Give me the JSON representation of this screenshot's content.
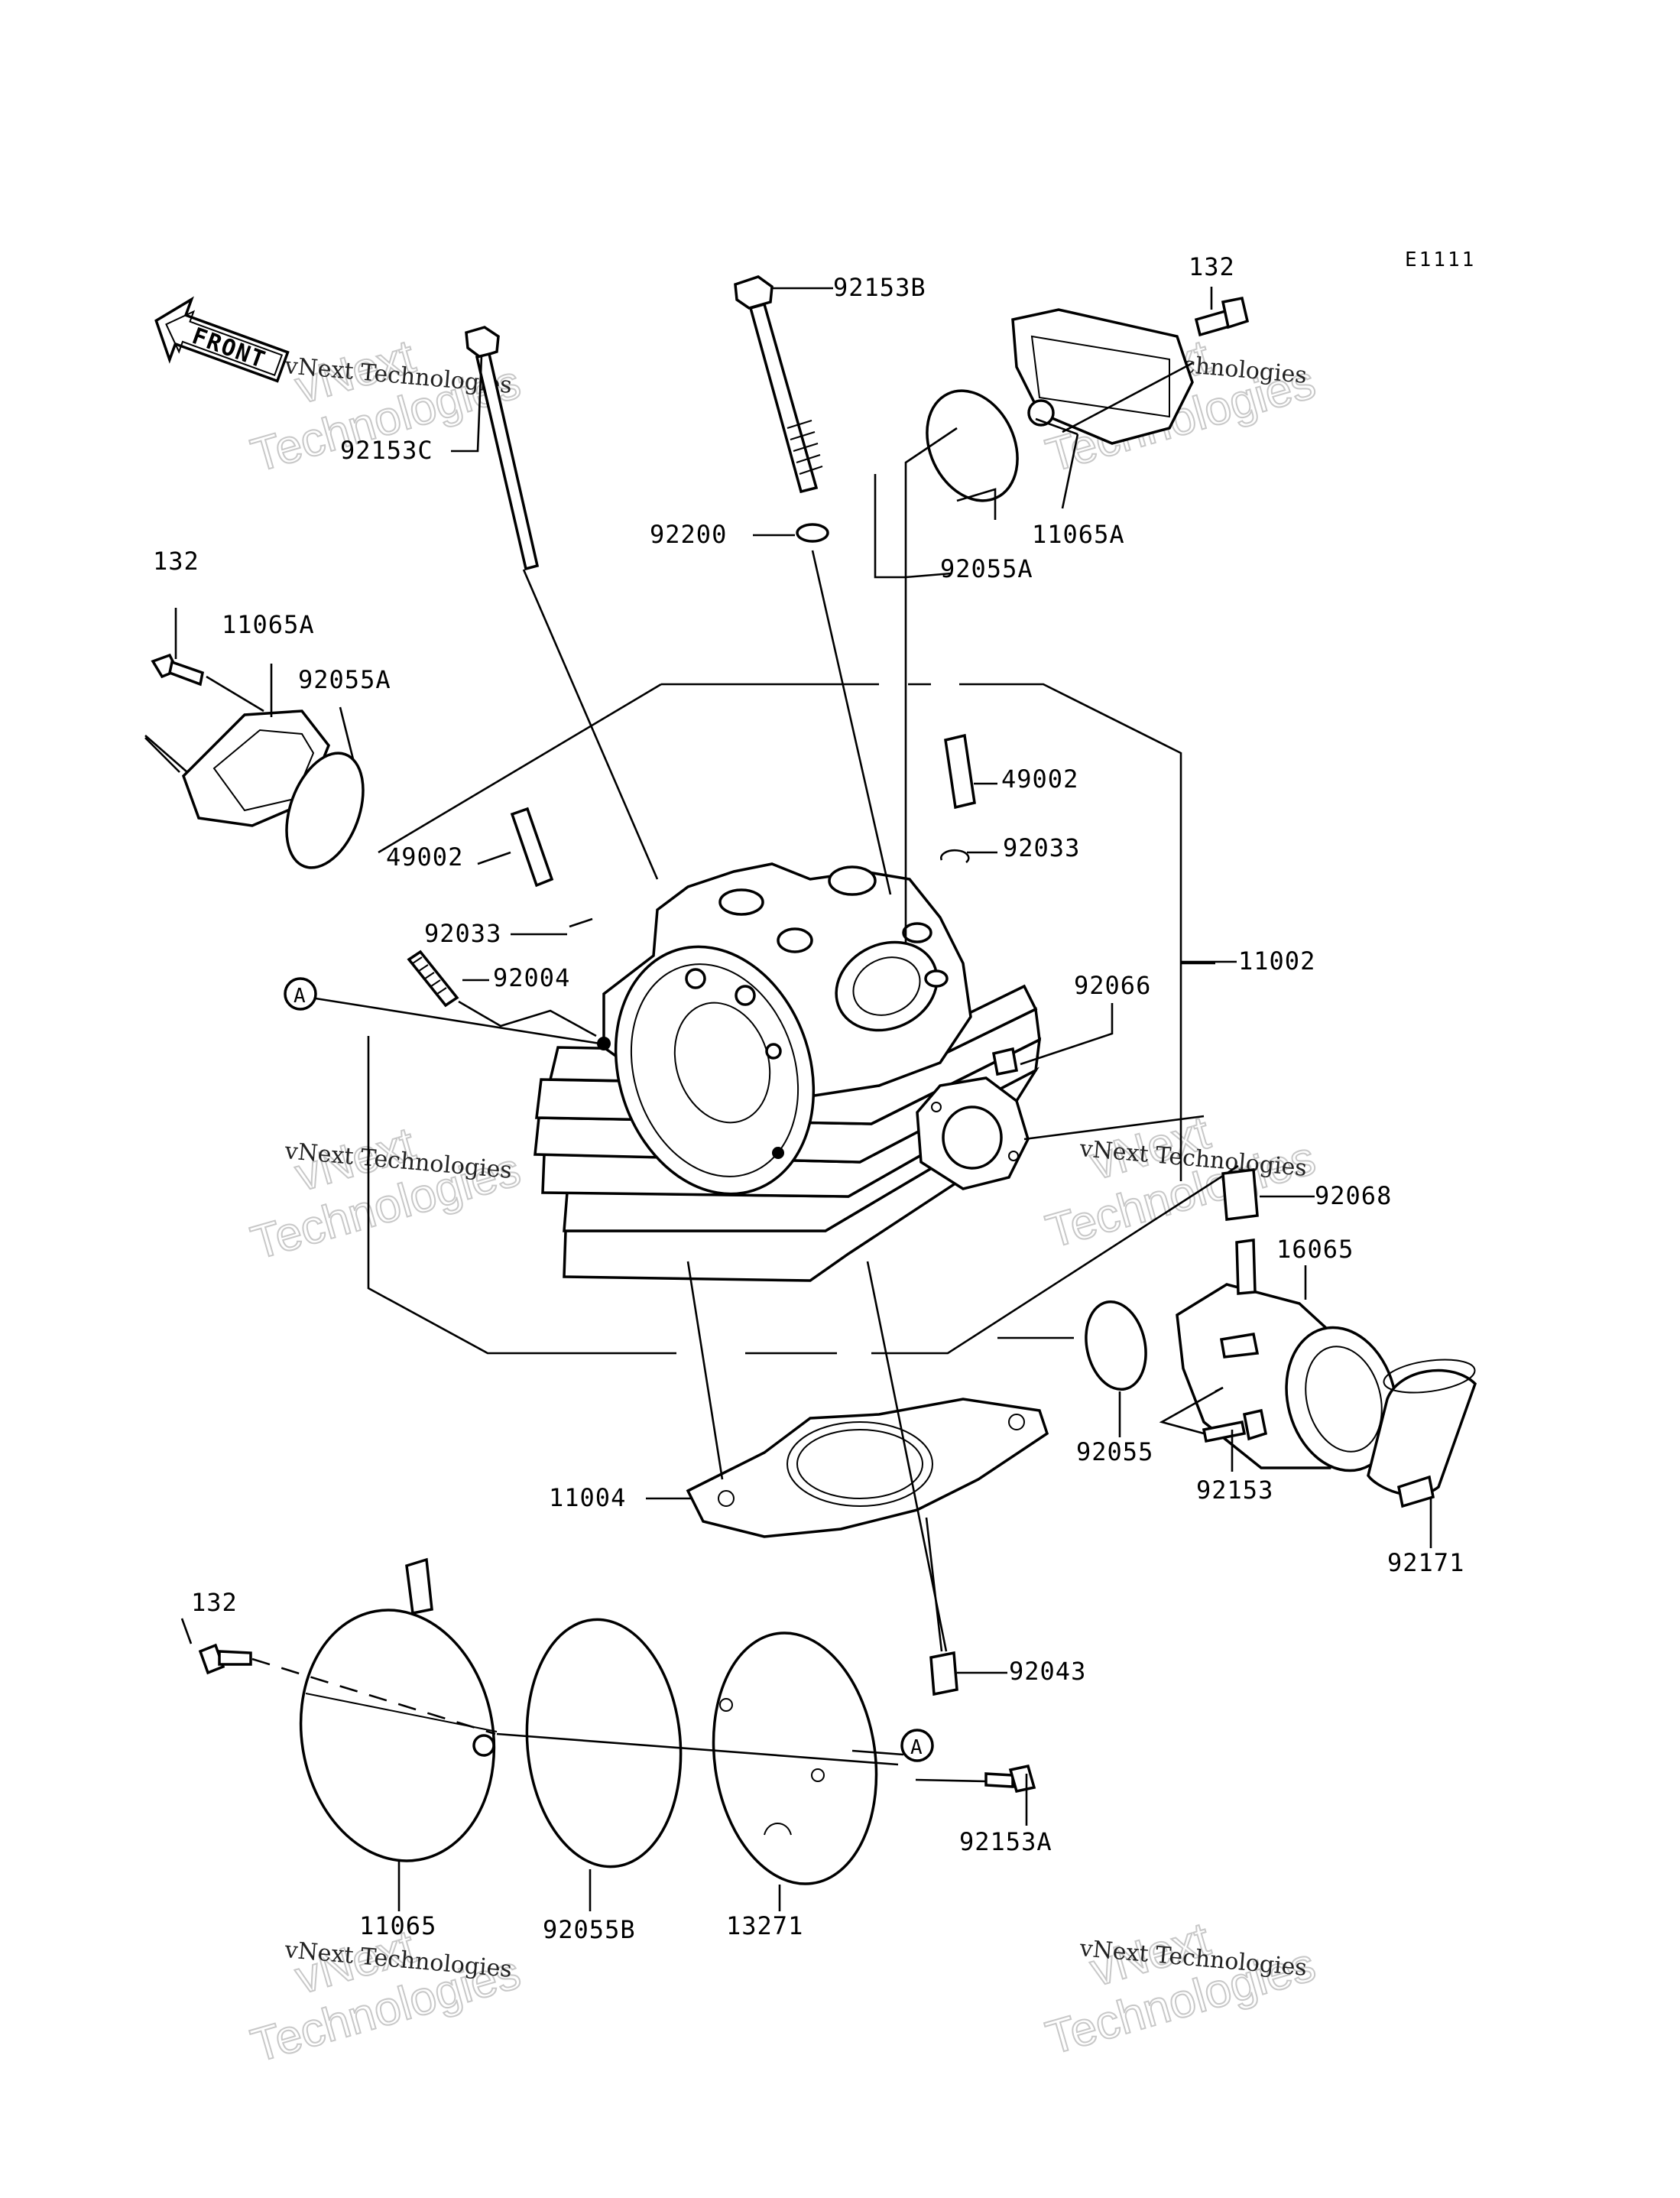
{
  "diagram_code": "E1111",
  "front_arrow_label": "FRONT",
  "watermark": {
    "brand_line1": "vNext",
    "brand_line2": "Technologies",
    "caption": "vNext Technologies"
  },
  "reference_marker": "A",
  "callouts": [
    {
      "id": "c01",
      "label": "92153B"
    },
    {
      "id": "c02",
      "label": "132"
    },
    {
      "id": "c03",
      "label": "92153C"
    },
    {
      "id": "c04",
      "label": "92200"
    },
    {
      "id": "c05",
      "label": "92055A"
    },
    {
      "id": "c06",
      "label": "11065A"
    },
    {
      "id": "c07",
      "label": "132"
    },
    {
      "id": "c08",
      "label": "11065A"
    },
    {
      "id": "c09",
      "label": "92055A"
    },
    {
      "id": "c10",
      "label": "49002"
    },
    {
      "id": "c11",
      "label": "49002"
    },
    {
      "id": "c12",
      "label": "92033"
    },
    {
      "id": "c13",
      "label": "92033"
    },
    {
      "id": "c14",
      "label": "92004"
    },
    {
      "id": "c15",
      "label": "11002"
    },
    {
      "id": "c16",
      "label": "92066"
    },
    {
      "id": "c17",
      "label": "92068"
    },
    {
      "id": "c18",
      "label": "16065"
    },
    {
      "id": "c19",
      "label": "92055"
    },
    {
      "id": "c20",
      "label": "92153"
    },
    {
      "id": "c21",
      "label": "92171"
    },
    {
      "id": "c22",
      "label": "11004"
    },
    {
      "id": "c23",
      "label": "132"
    },
    {
      "id": "c24",
      "label": "92043"
    },
    {
      "id": "c25",
      "label": "92153A"
    },
    {
      "id": "c26",
      "label": "11065"
    },
    {
      "id": "c27",
      "label": "92055B"
    },
    {
      "id": "c28",
      "label": "13271"
    }
  ]
}
